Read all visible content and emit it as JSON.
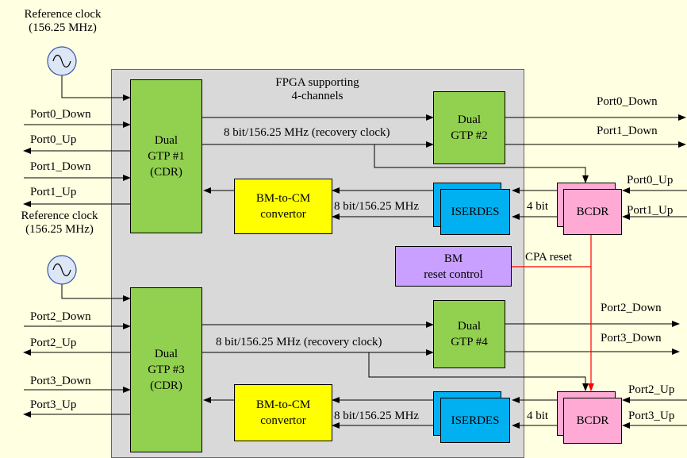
{
  "fpga": {
    "title_line1": "FPGA supporting",
    "title_line2": "4-channels"
  },
  "clocks": [
    {
      "line1": "Reference clock",
      "line2": "(156.25 MHz)"
    },
    {
      "line1": "Reference clock",
      "line2": "(156.25 MHz)"
    }
  ],
  "gtp_cdr": [
    {
      "line1": "Dual",
      "line2": "GTP #1",
      "line3": "(CDR)"
    },
    {
      "line1": "Dual",
      "line2": "GTP #3",
      "line3": "(CDR)"
    }
  ],
  "gtp_tx": [
    {
      "line1": "Dual",
      "line2": "GTP #2"
    },
    {
      "line1": "Dual",
      "line2": "GTP #4"
    }
  ],
  "bm_to_cm": {
    "line1": "BM-to-CM",
    "line2": "convertor"
  },
  "iserdes": "ISERDES",
  "bcdr": "BCDR",
  "bm_reset": {
    "line1": "BM",
    "line2": "reset control"
  },
  "labels": {
    "recovery_clock": "8 bit/156.25 MHz (recovery clock)",
    "bit_mhz": "8 bit/156.25 MHz",
    "four_bit": "4 bit",
    "cpa_reset": "CPA reset"
  },
  "ports_left": [
    "Port0_Down",
    "Port0_Up",
    "Port1_Down",
    "Port1_Up",
    "Port2_Down",
    "Port2_Up",
    "Port3_Down",
    "Port3_Up"
  ],
  "ports_right_down": [
    "Port0_Down",
    "Port1_Down",
    "Port2_Down",
    "Port3_Down"
  ],
  "ports_right_up": [
    "Port0_Up",
    "Port1_Up",
    "Port2_Up",
    "Port3_Up"
  ],
  "colors": {
    "green": "#92D050",
    "yellow": "#FFFF00",
    "blue": "#00B0F0",
    "pink": "#FFAAD4",
    "purple": "#C9A0FF",
    "reset_line": "#FF0000"
  }
}
